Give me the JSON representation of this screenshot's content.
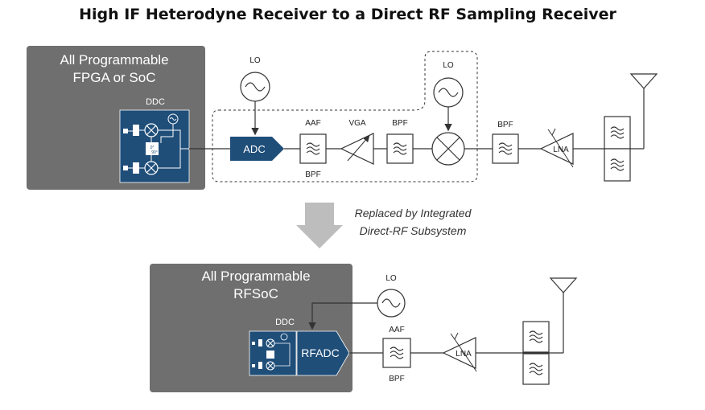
{
  "title": "High IF Heterodyne Receiver to a Direct RF Sampling Receiver",
  "top": {
    "fpga_box": {
      "line1": "All Programmable",
      "line2": "FPGA or SoC",
      "ddc": "DDC"
    },
    "lo_left": "LO",
    "lo_right": "LO",
    "adc": "ADC",
    "aaf": "AAF",
    "bpf_under_aaf": "BPF",
    "vga": "VGA",
    "bpf_mid": "BPF",
    "bpf_right": "BPF",
    "lna": "LNA"
  },
  "arrow_caption": {
    "line1": "Replaced by Integrated",
    "line2": "Direct-RF Subsystem"
  },
  "bottom": {
    "rfsoc_box": {
      "line1": "All Programmable",
      "line2": "RFSoC",
      "ddc": "DDC"
    },
    "lo": "LO",
    "rfadc": "RFADC",
    "aaf": "AAF",
    "bpf": "BPF",
    "lna": "LNA"
  },
  "colors": {
    "gray_box": "#6f6f6f",
    "navy": "#1f4e79",
    "arrow_gray": "#bdbdbd"
  },
  "icons": [
    "sine-wave-icon",
    "mixer-icon",
    "filter-icon",
    "amplifier-icon",
    "antenna-icon",
    "down-arrow-icon"
  ]
}
